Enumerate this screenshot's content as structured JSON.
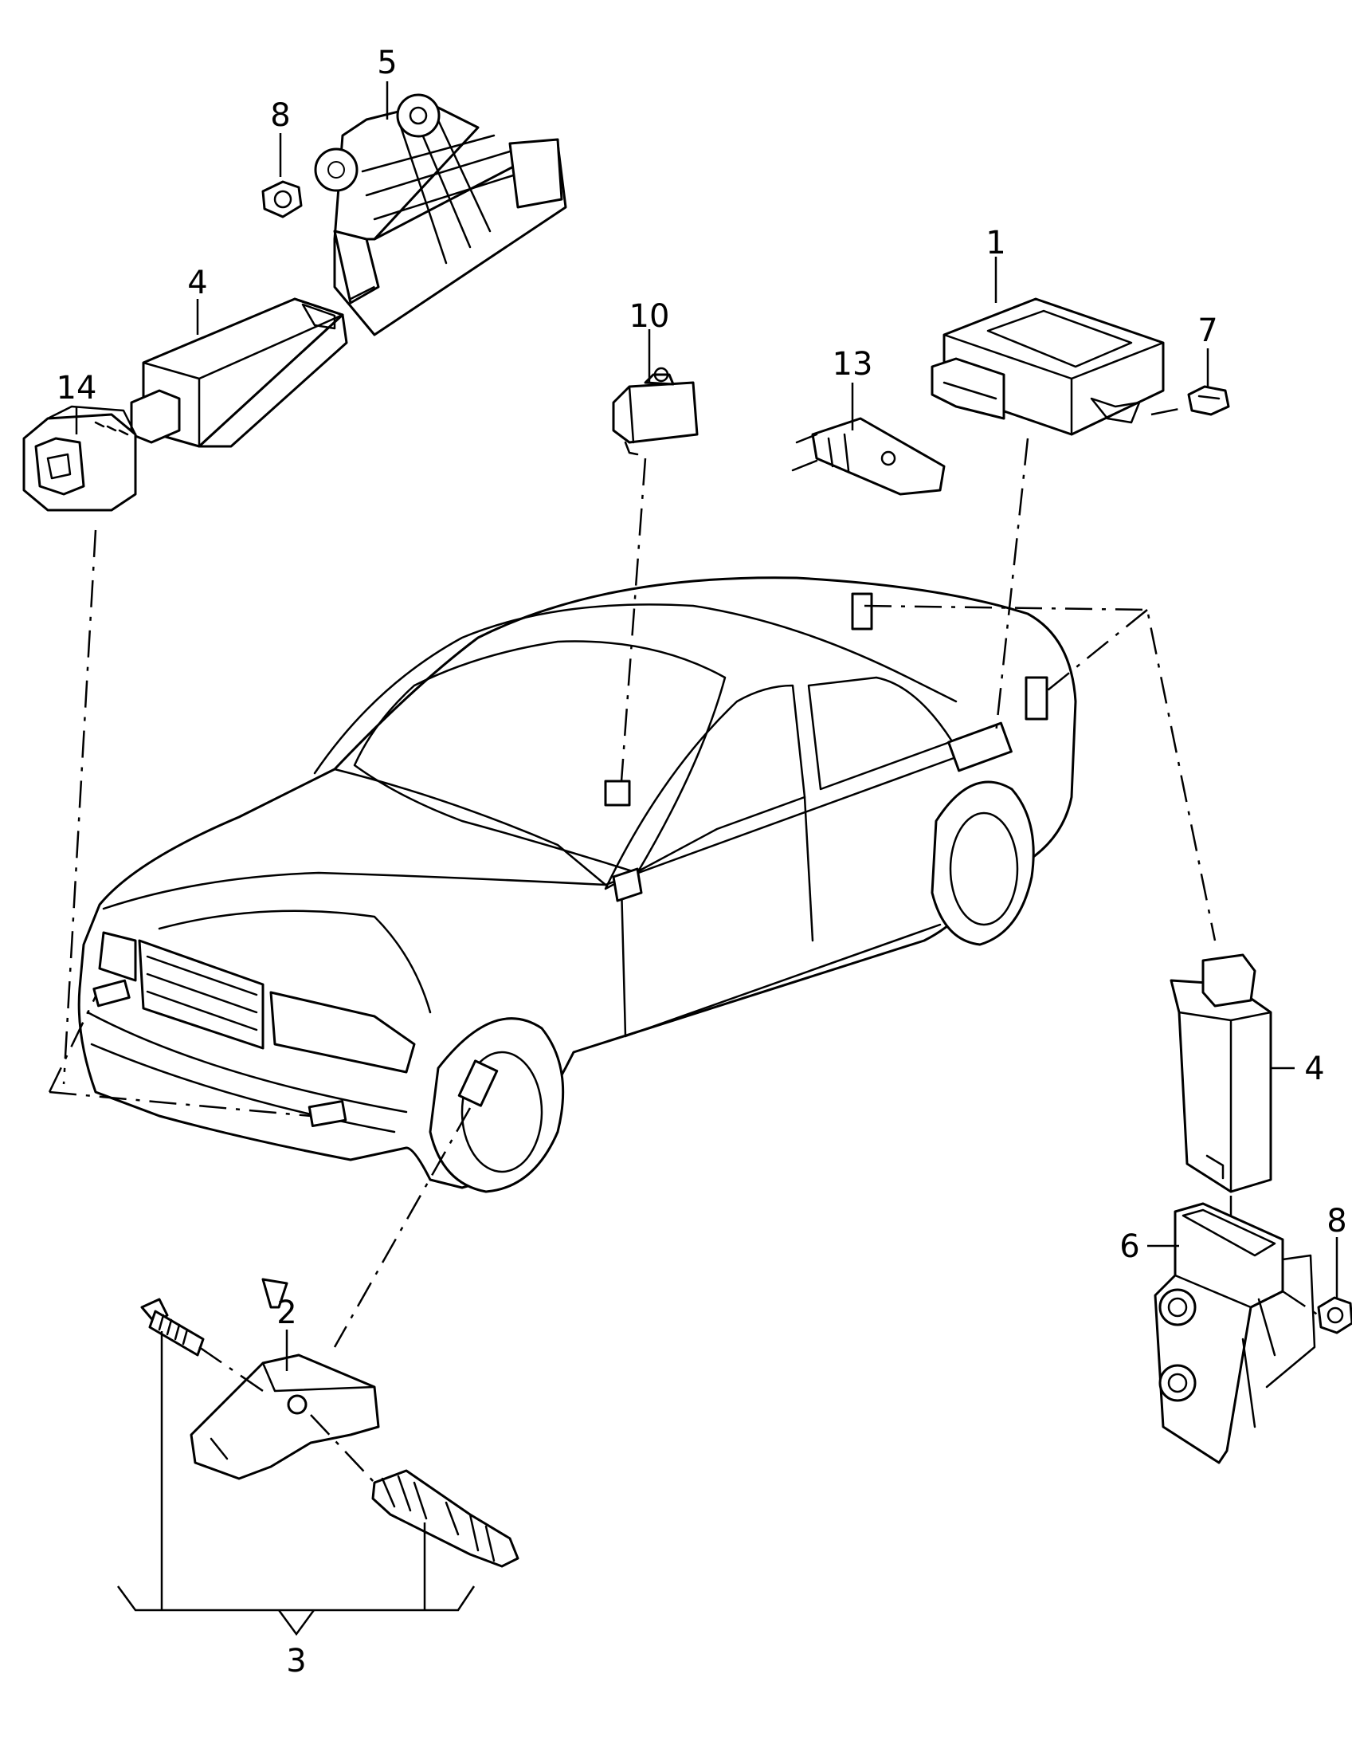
{
  "callouts": {
    "c1": "1",
    "c2": "2",
    "c3": "3",
    "c4_top": "4",
    "c4_right": "4",
    "c5": "5",
    "c6": "6",
    "c7": "7",
    "c8_top": "8",
    "c8_right": "8",
    "c10": "10",
    "c13": "13",
    "c14": "14"
  },
  "colors": {
    "line": "#000000",
    "background": "#ffffff"
  }
}
